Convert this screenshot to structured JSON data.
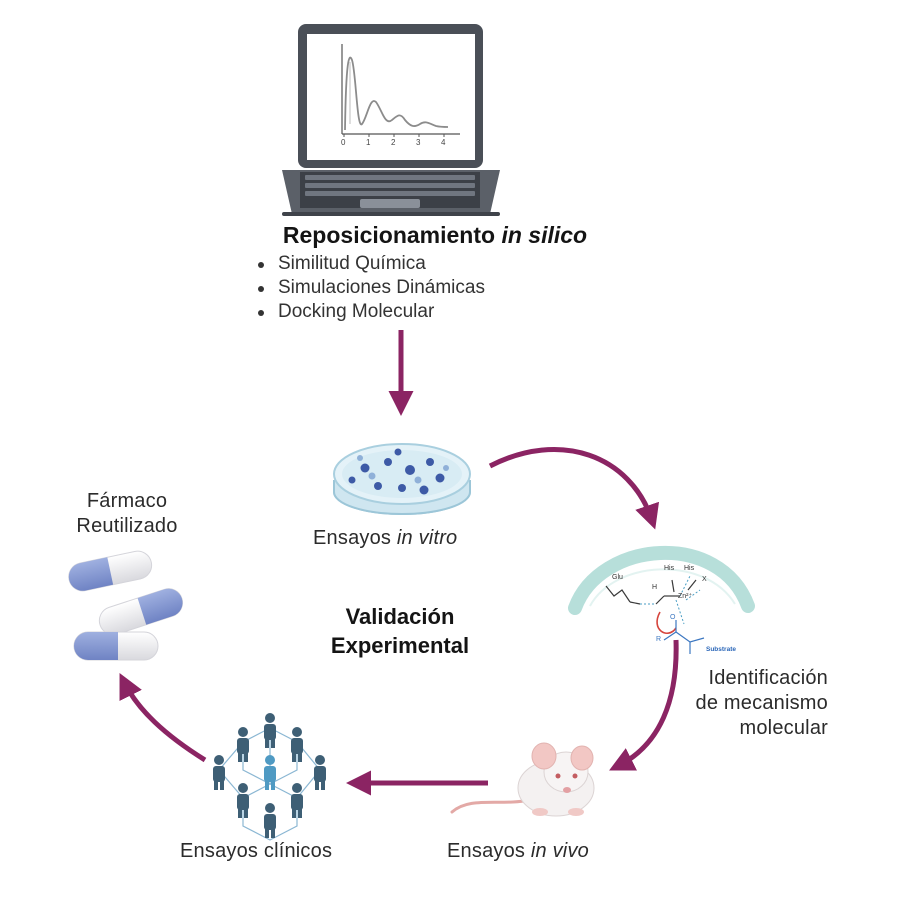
{
  "top": {
    "title_main": "Reposicionamiento",
    "title_italic": "in silico",
    "bullets": [
      "Similitud Química",
      "Simulaciones Dinámicas",
      "Docking Molecular"
    ]
  },
  "plot_ticks": [
    "0",
    "1",
    "2",
    "3",
    "4"
  ],
  "center": {
    "line1": "Validación",
    "line2": "Experimental"
  },
  "steps": {
    "in_vitro": {
      "prefix": "Ensayos",
      "italic": "in vitro"
    },
    "mechanism": {
      "line1": "Identificación",
      "line2": "de mecanismo",
      "line3": "molecular"
    },
    "in_vivo": {
      "prefix": "Ensayos",
      "italic": "in vivo"
    },
    "clinical": "Ensayos clínicos",
    "drug": {
      "line1": "Fármaco",
      "line2": "Reutilizado"
    }
  },
  "molecule_labels": {
    "glu": "Glu",
    "his1": "His",
    "his2": "His",
    "zn": "Zn²⁺",
    "x": "X",
    "h": "H",
    "o": "O",
    "substrate": "Substrate",
    "r": "R"
  },
  "colors": {
    "arrow": "#8b2463",
    "pill_blue": "#7f93cf",
    "people": "#3e5f75",
    "people_highlight": "#4f9ac3",
    "membrane": "#b7dfda"
  }
}
